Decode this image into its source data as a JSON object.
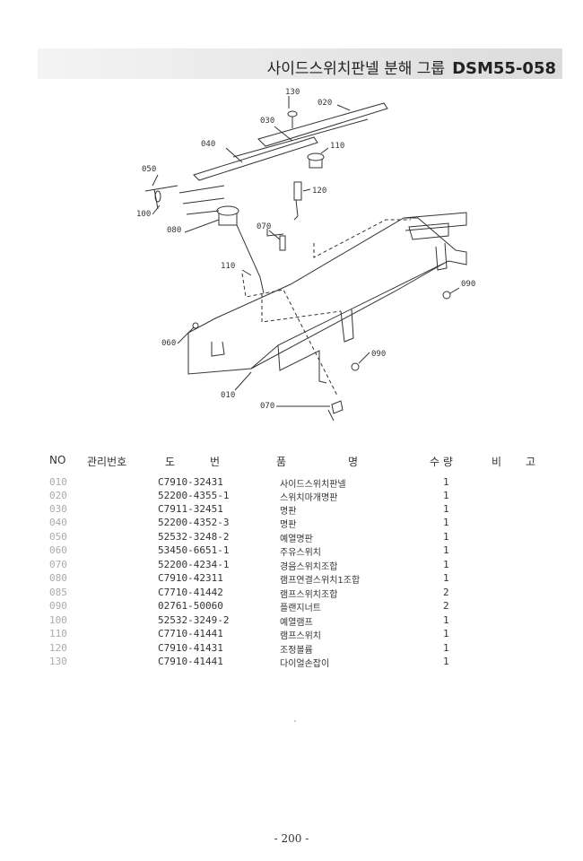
{
  "header": {
    "title": "사이드스위치판넬 분해 그룹",
    "code": "DSM55-058"
  },
  "callouts": {
    "c010": "010",
    "c020": "020",
    "c030": "030",
    "c040": "040",
    "c050": "050",
    "c060": "060",
    "c070a": "070",
    "c070b": "070",
    "c080": "080",
    "c090a": "090",
    "c090b": "090",
    "c100": "100",
    "c110a": "110",
    "c110b": "110",
    "c120": "120",
    "c130": "130"
  },
  "table": {
    "headers": {
      "no": "NO",
      "mgmt": "관리번호",
      "dwg_a": "도",
      "dwg_b": "번",
      "name_a": "품",
      "name_b": "명",
      "qty": "수 량",
      "rem_a": "비",
      "rem_b": "고"
    },
    "rows": [
      {
        "no": "010",
        "dwg": "C7910-32431",
        "name": "사이드스위치판넬",
        "qty": "1"
      },
      {
        "no": "020",
        "dwg": "52200-4355-1",
        "name": "스위치마개명판",
        "qty": "1"
      },
      {
        "no": "030",
        "dwg": "C7911-32451",
        "name": "명판",
        "qty": "1"
      },
      {
        "no": "040",
        "dwg": "52200-4352-3",
        "name": "명판",
        "qty": "1"
      },
      {
        "no": "050",
        "dwg": "52532-3248-2",
        "name": "예열명판",
        "qty": "1"
      },
      {
        "no": "060",
        "dwg": "53450-6651-1",
        "name": "주유스위치",
        "qty": "1"
      },
      {
        "no": "070",
        "dwg": "52200-4234-1",
        "name": "경음스위치조합",
        "qty": "1"
      },
      {
        "no": "080",
        "dwg": "C7910-42311",
        "name": "램프연결스위치1조합",
        "qty": "1"
      },
      {
        "no": "085",
        "dwg": "C7710-41442",
        "name": "램프스위치조합",
        "qty": "2"
      },
      {
        "no": "090",
        "dwg": "02761-50060",
        "name": "플랜지너트",
        "qty": "2"
      },
      {
        "no": "100",
        "dwg": "52532-3249-2",
        "name": "예열램프",
        "qty": "1"
      },
      {
        "no": "110",
        "dwg": "C7710-41441",
        "name": "램프스위치",
        "qty": "1"
      },
      {
        "no": "120",
        "dwg": "C7910-41431",
        "name": "조정볼륨",
        "qty": "1"
      },
      {
        "no": "130",
        "dwg": "C7910-41441",
        "name": "다이얼손잡이",
        "qty": "1"
      }
    ]
  },
  "footer": {
    "page": "- 200 -"
  }
}
